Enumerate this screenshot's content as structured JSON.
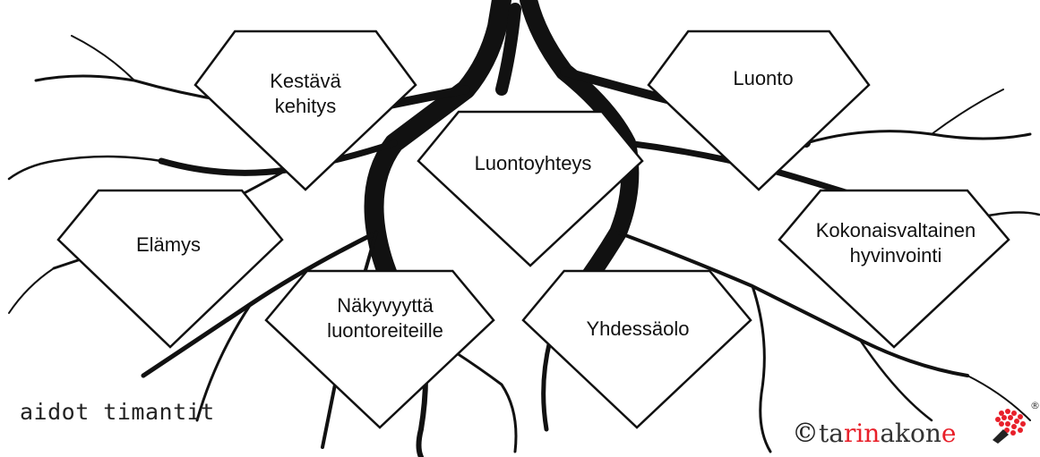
{
  "diagram": {
    "diamonds": [
      {
        "id": "kestava-kehitys",
        "lines": [
          "Kestävä",
          "kehitys"
        ]
      },
      {
        "id": "luonto",
        "lines": [
          "Luonto"
        ]
      },
      {
        "id": "luontoyhteys",
        "lines": [
          "Luontoyhteys"
        ]
      },
      {
        "id": "elamys",
        "lines": [
          "Elämys"
        ]
      },
      {
        "id": "kokonaisvaltainen-hyvinvointi",
        "lines": [
          "Kokonaisvaltainen",
          "hyvinvointi"
        ]
      },
      {
        "id": "nakyvyytta-luontoreiteille",
        "lines": [
          "Näkyvyyttä",
          "luontoreiteille"
        ]
      },
      {
        "id": "yhdessaolo",
        "lines": [
          "Yhdessäolo"
        ]
      }
    ]
  },
  "caption": "aidot timantit",
  "brand": {
    "copyright": "©",
    "name_parts": [
      {
        "text": "ta",
        "tone": "dark"
      },
      {
        "text": "rin",
        "tone": "red"
      },
      {
        "text": "ak",
        "tone": "dark"
      },
      {
        "text": "on",
        "tone": "dark"
      },
      {
        "text": "e",
        "tone": "red"
      }
    ],
    "registered": "®"
  },
  "colors": {
    "roots": "#111111",
    "brand_red": "#e8202a",
    "ink": "#111111"
  }
}
